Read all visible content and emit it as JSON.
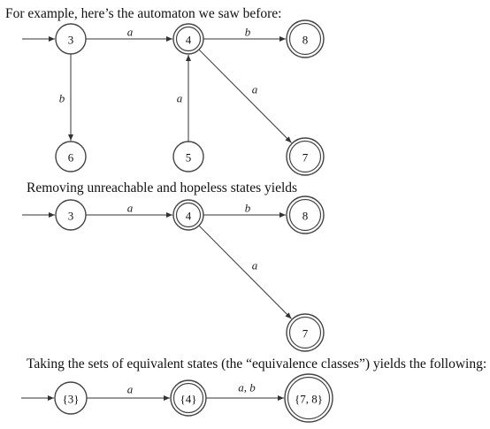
{
  "texts": {
    "intro": "For example, here’s the automaton we saw before:",
    "removing": "Removing unreachable and hopeless states yields",
    "taking": "Taking the sets of equivalent states (the “equivalence classes”) yields the following:"
  },
  "diagram1": {
    "states": [
      {
        "id": "3",
        "label": "3",
        "accepting": false,
        "initial": true
      },
      {
        "id": "4",
        "label": "4",
        "accepting": true,
        "initial": false
      },
      {
        "id": "8",
        "label": "8",
        "accepting": true,
        "initial": false
      },
      {
        "id": "6",
        "label": "6",
        "accepting": false,
        "initial": false
      },
      {
        "id": "5",
        "label": "5",
        "accepting": false,
        "initial": false
      },
      {
        "id": "7",
        "label": "7",
        "accepting": true,
        "initial": false
      }
    ],
    "transitions": [
      {
        "from": "3",
        "to": "4",
        "label": "a"
      },
      {
        "from": "4",
        "to": "8",
        "label": "b"
      },
      {
        "from": "3",
        "to": "6",
        "label": "b"
      },
      {
        "from": "5",
        "to": "4",
        "label": "a"
      },
      {
        "from": "4",
        "to": "7",
        "label": "a"
      }
    ]
  },
  "diagram2": {
    "states": [
      {
        "id": "3",
        "label": "3",
        "accepting": false,
        "initial": true
      },
      {
        "id": "4",
        "label": "4",
        "accepting": true,
        "initial": false
      },
      {
        "id": "8",
        "label": "8",
        "accepting": true,
        "initial": false
      },
      {
        "id": "7",
        "label": "7",
        "accepting": true,
        "initial": false
      }
    ],
    "transitions": [
      {
        "from": "3",
        "to": "4",
        "label": "a"
      },
      {
        "from": "4",
        "to": "8",
        "label": "b"
      },
      {
        "from": "4",
        "to": "7",
        "label": "a"
      }
    ]
  },
  "diagram3": {
    "states": [
      {
        "id": "c3",
        "label": "{3}",
        "accepting": false,
        "initial": true
      },
      {
        "id": "c4",
        "label": "{4}",
        "accepting": true,
        "initial": false
      },
      {
        "id": "c78",
        "label": "{7, 8}",
        "accepting": true,
        "initial": false
      }
    ],
    "transitions": [
      {
        "from": "c3",
        "to": "c4",
        "label": "a"
      },
      {
        "from": "c4",
        "to": "c78",
        "label": "a, b"
      }
    ]
  }
}
